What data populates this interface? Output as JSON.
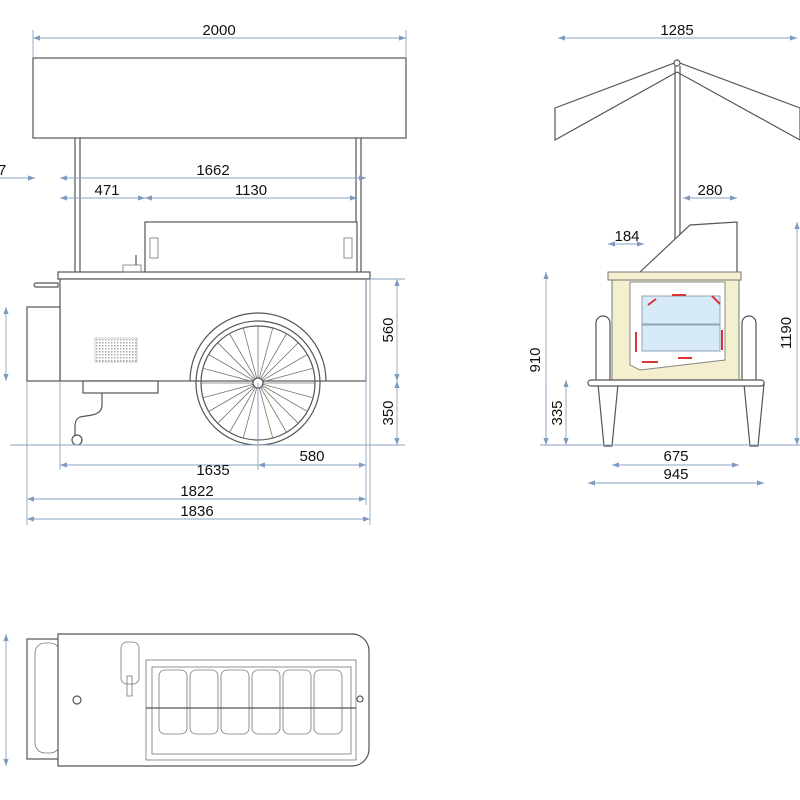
{
  "front_view": {
    "dims": {
      "total_canopy_width": "2000",
      "counter_length": "1662",
      "left_offset": "471",
      "display_width": "1130",
      "partial_left": "7",
      "body_height": "560",
      "wheel_clearance": "350",
      "chassis_length": "1635",
      "wheel_offset": "580",
      "length_without_handle": "1822",
      "overall_length": "1836"
    }
  },
  "side_view": {
    "dims": {
      "canopy_width": "1285",
      "display_depth": "280",
      "display_offset": "184",
      "counter_height": "910",
      "overall_height": "1190",
      "ground_clearance": "335",
      "body_depth": "675",
      "overall_width": "945"
    },
    "colors": {
      "body": "#f3efcf",
      "glass": "#d6ebf7",
      "airflow": "#dd3333"
    }
  },
  "top_view": {}
}
